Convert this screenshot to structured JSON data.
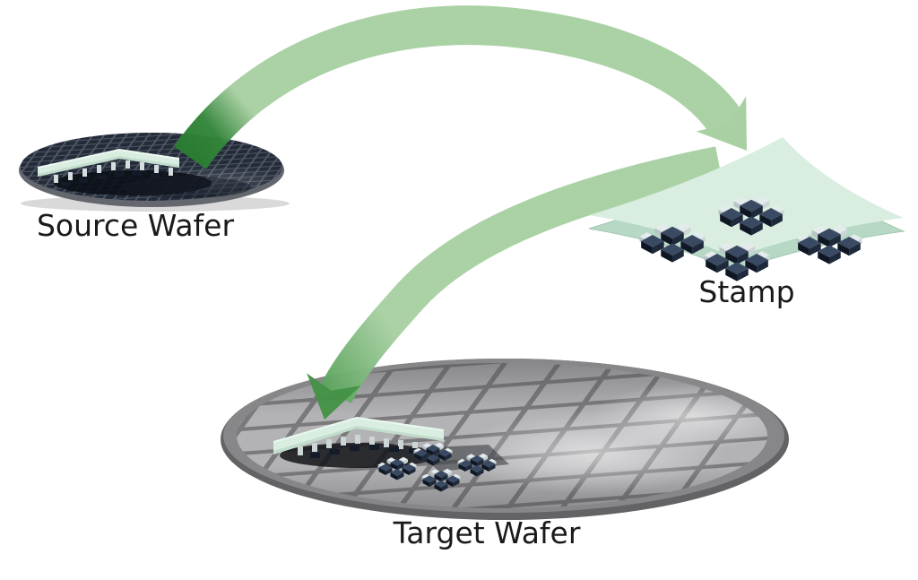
{
  "diagram": {
    "type": "process-illustration",
    "nodes": [
      {
        "id": "source-wafer",
        "label": "Source Wafer"
      },
      {
        "id": "stamp",
        "label": "Stamp"
      },
      {
        "id": "target-wafer",
        "label": "Target Wafer"
      }
    ],
    "arrows": [
      {
        "from": "source-wafer",
        "to": "stamp"
      },
      {
        "from": "stamp",
        "to": "target-wafer"
      }
    ],
    "colors": {
      "background": "#ffffff",
      "arrow_green": "#a8d0a2",
      "arrow_green_dark": "#2a7d31",
      "arrow_head_dark": "#439146",
      "stamp_mint": "#d9eee1",
      "stamp_mint_shade": "#c3ddcd",
      "source_wafer_dark": "#232b39",
      "target_wafer_gray": "#87878a",
      "chip_navy": "#0f1724",
      "label_text": "#1a1a1a"
    }
  }
}
